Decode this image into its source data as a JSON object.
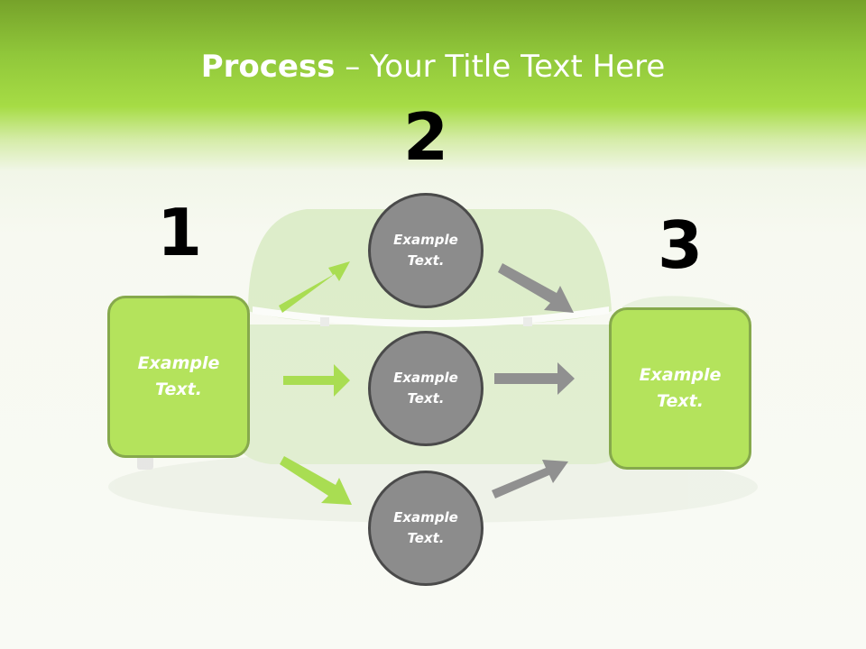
{
  "slide": {
    "title_bold": "Process",
    "title_rest": " – Your Title Text Here"
  },
  "steps": [
    {
      "number": "1"
    },
    {
      "number": "2"
    },
    {
      "number": "3"
    }
  ],
  "boxes": {
    "left": "Example Text.",
    "right": "Example Text."
  },
  "circles": {
    "top": "Example Text.",
    "middle": "Example Text.",
    "bottom": "Example Text."
  },
  "colors": {
    "green_accent": "#b4e35c",
    "green_border": "#86a94c",
    "green_arrow": "#a9dd52",
    "gray_circle": "#8c8c8c",
    "gray_arrow": "#909090"
  }
}
